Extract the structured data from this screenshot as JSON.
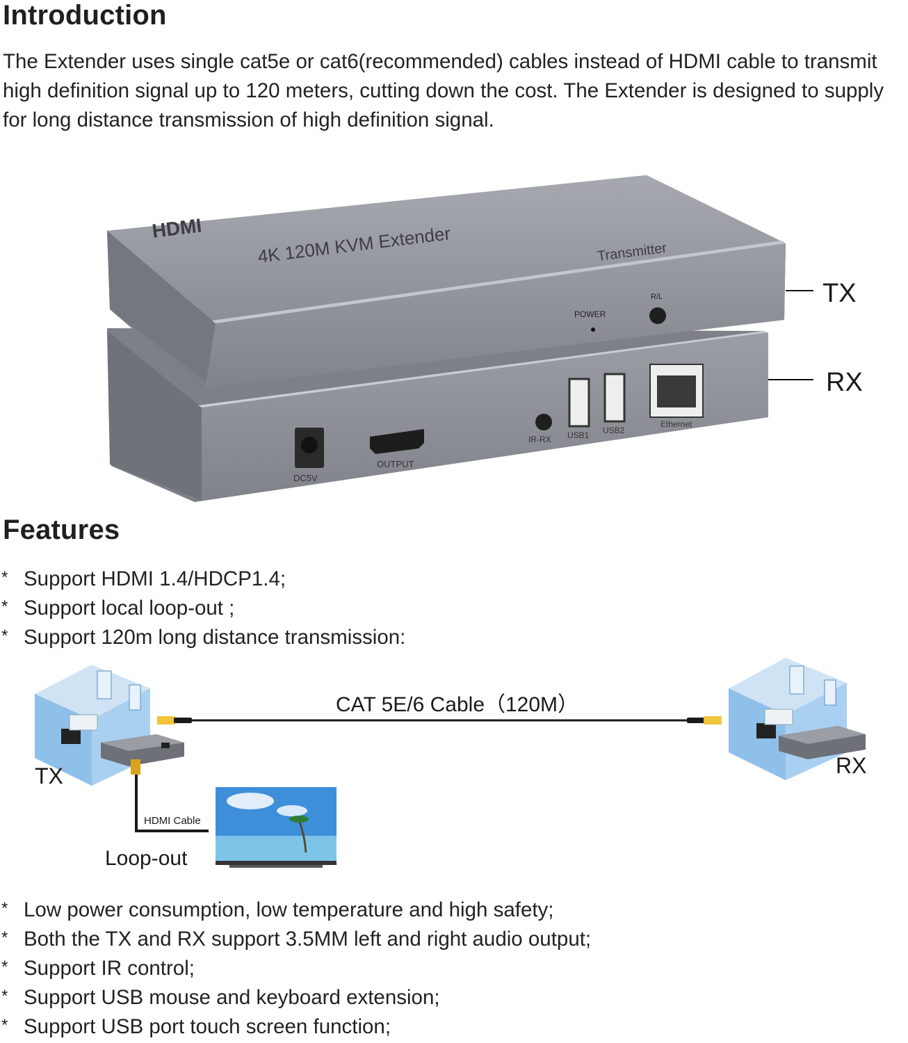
{
  "intro": {
    "heading": "Introduction",
    "paragraph": "The Extender uses single cat5e or cat6(recommended) cables instead of HDMI cable to transmit high definition signal up to 120 meters, cutting down the cost. The Extender is designed to supply for long distance transmission of high definition signal."
  },
  "product": {
    "top_brand": "HDMI",
    "top_model": "4K 120M KVM Extender",
    "top_role": "Transmitter",
    "tx_label": "TX",
    "rx_label": "RX",
    "tx_ports": {
      "power": "POWER",
      "rl": "R/L"
    },
    "rx_ports": {
      "dc": "DC5V",
      "output": "OUTPUT",
      "ir": "IR-RX",
      "usb1": "USB1",
      "usb2": "USB2",
      "ethernet": "Ethernet"
    },
    "colors": {
      "body": "#8f9299",
      "body_dark": "#6b6e75",
      "panel": "#b5b8be"
    }
  },
  "features": {
    "heading": "Features",
    "bullet": "*",
    "items_top": [
      "Support HDMI 1.4/HDCP1.4;",
      "Support local loop-out ;",
      "Support 120m long distance transmission:"
    ],
    "items_bottom": [
      "Low power consumption, low temperature and high safety;",
      "Both the TX and RX support 3.5MM left and right audio output;",
      "Support IR control;",
      "Support USB mouse and keyboard extension;",
      "Support USB port touch screen function;"
    ]
  },
  "diagram": {
    "cable_label": "CAT 5E/6 Cable（120M）",
    "tx_label": "TX",
    "rx_label": "RX",
    "hdmi_cable_label": "HDMI Cable",
    "loopout_label": "Loop-out"
  }
}
